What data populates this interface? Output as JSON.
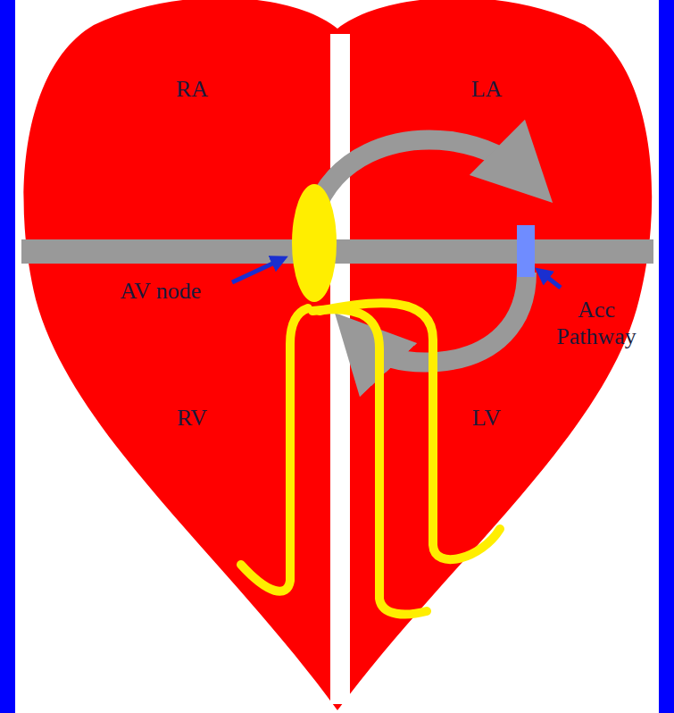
{
  "diagram": {
    "labels": [
      "RA",
      "LA",
      "AV node",
      "Acc Pathway",
      "RV",
      "LV"
    ]
  }
}
